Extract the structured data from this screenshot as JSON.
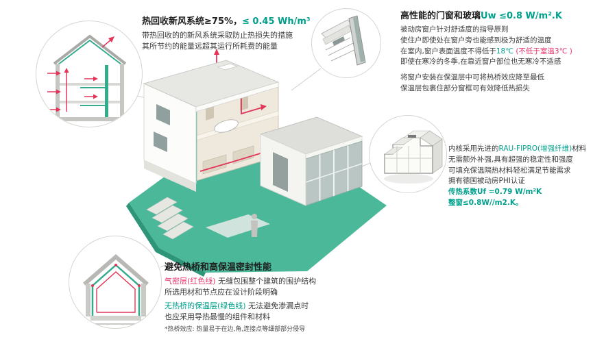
{
  "colors": {
    "green": "#00a08c",
    "red": "#e8336b",
    "teal_ground": "#4cb89a"
  },
  "heat_recovery": {
    "title_black": "热回收新风系统≥75%，",
    "title_green": "≤ 0.45 Wh/m³",
    "body1": "带热回收的的新风系统采取防止热损失的措施",
    "body2": "其所节约的能量远超其运行所耗费的能量"
  },
  "windows": {
    "title_black": "高性能的门窗和玻璃",
    "title_green": "Uw ≤0.8 W/m².K",
    "line1": "被动房窗户针对舒适度的指导原则",
    "line2": "使住户即使处在窗户旁也能感到极为舒适的温度",
    "line3_black": "在室内,窗户表面温度不得低于",
    "line3_green": "18℃",
    "line3_red": " (不低于室温3℃ )",
    "line4": "即使在寒冷的冬季,在靠近窗户部位也无寒冷不适感",
    "line5": "将窗户安装在保温层中可将热桥效应降至最低",
    "line6": "保温层包裹住部分窗框可有效降低热损失"
  },
  "profile": {
    "line1_a": "内核采用先进的",
    "line1_green": "RAU-FIPRO(增强纤维)",
    "line1_b": "材料",
    "line2": "无需额外补强,具有超强的稳定性和强度",
    "line3": "可填充保温隔热材料轻松满足节能需求",
    "line4": "拥有德国被动房PHI认证",
    "line5_green": "传热系数Uf =0.79 W/m²K",
    "line6_green": "整窗≤0.8W//m2.K。"
  },
  "thermal_bridge": {
    "title": "避免热桥和高保温密封性能",
    "p1_red": "气密层(红色线)",
    "p1_rest": " 无缝包围整个建筑的围护结构",
    "p1_line2": "所选用材和节点应在设计阶段明确",
    "p2_green": "无热桥的保温层(绿色线)",
    "p2_rest": " 无法避免渗漏点时",
    "p2_line2": "也应采用导热最慢的组件和材料",
    "footnote": "*热桥效应: 热量易于在边,角,连接点等细部部分侵导"
  }
}
